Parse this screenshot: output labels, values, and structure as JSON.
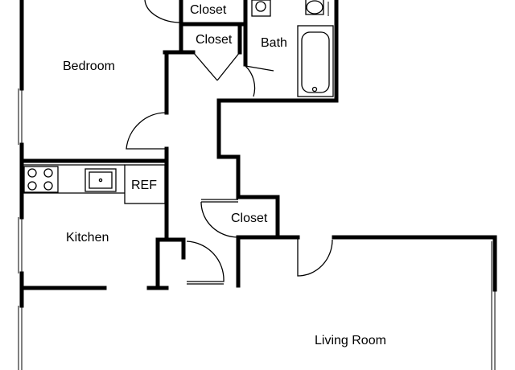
{
  "rooms": {
    "closet_top": "Closet",
    "closet_middle": "Closet",
    "closet_lower": "Closet",
    "bath": "Bath",
    "bedroom": "Bedroom",
    "kitchen": "Kitchen",
    "living_room": "Living Room"
  },
  "fixtures": {
    "refrigerator": "REF"
  }
}
